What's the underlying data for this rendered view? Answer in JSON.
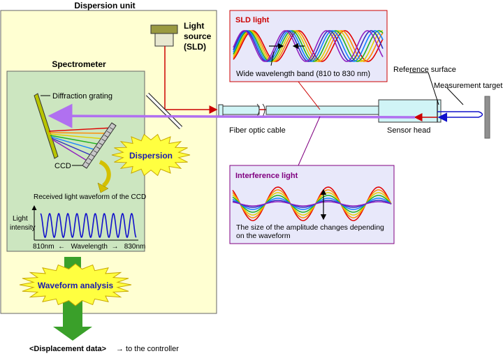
{
  "labels": {
    "dispersion_unit": "Dispersion unit",
    "light_source_line1": "Light",
    "light_source_line2": "source",
    "light_source_line3": "(SLD)",
    "spectrometer": "Spectrometer",
    "diffraction_grating": "Diffraction grating",
    "ccd": "CCD",
    "dispersion": "Dispersion",
    "received_waveform": "Received light waveform of the CCD",
    "light_intensity_line1": "Light",
    "light_intensity_line2": "intensity",
    "wavelength_axis": "810nm  ←   Wavelength  →   830nm",
    "waveform_analysis": "Waveform analysis",
    "displacement_data": "<Displacement data>",
    "to_controller": "→  to the controller",
    "fiber_optic_cable": "Fiber optic cable",
    "sensor_head": "Sensor head",
    "reference_surface": "Reference surface",
    "measurement_target": "Measurement target"
  },
  "sld_panel": {
    "title": "SLD light",
    "caption": "Wide wavelength band (810 to 830 nm)"
  },
  "interference_panel": {
    "title": "Interference light",
    "caption_line1": "The size of the amplitude changes depending",
    "caption_line2": "on the waveform"
  },
  "colors": {
    "unit_fill": "#ffffd2",
    "spectrometer_fill": "#cce6c0",
    "panel_fill": "#e8e8fa",
    "sld_title": "#cc0000",
    "interference_title": "#800080",
    "dispersion_text": "#1a1ab0",
    "arrow_green": "#3aa02a",
    "starburst": "#ffff40",
    "sensor_head": "#d0f4f6",
    "beam_red": "#cc0000",
    "beam_purple": "#b070f0",
    "beam_blue": "#1010cc",
    "spectrum": [
      "#e00000",
      "#ff8800",
      "#e0d000",
      "#20b020",
      "#1080ff",
      "#3030c0",
      "#9020c0"
    ]
  }
}
